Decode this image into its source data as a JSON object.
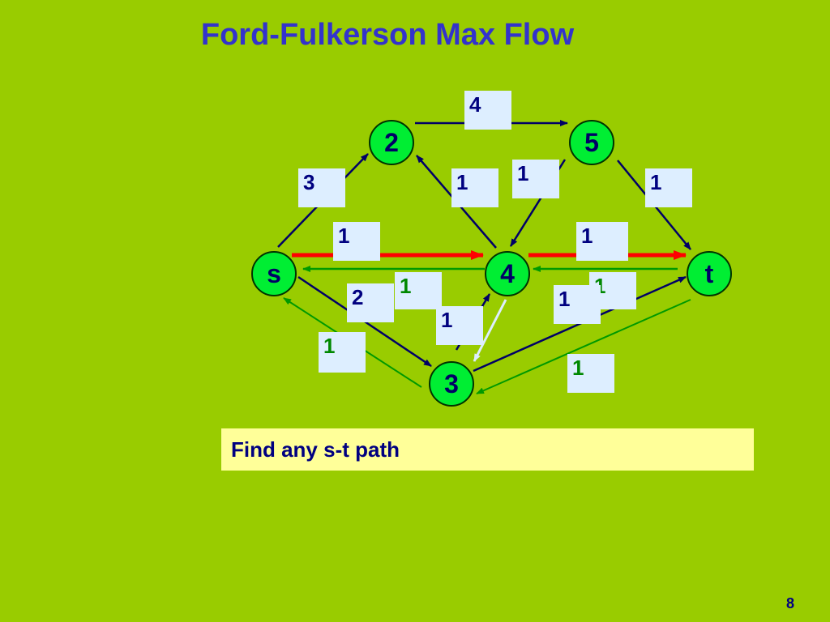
{
  "title": "Ford-Fulkerson Max Flow",
  "prompt": "Find any s-t path",
  "page_number": "8",
  "colors": {
    "background": "#99cc00",
    "title": "#3333cc",
    "node_fill": "#00ee33",
    "edge": "#000066",
    "residual_edge": "#009900",
    "augmenting_path": "#ff0000",
    "label_box": "#ddeeff",
    "prompt_box": "#ffff99"
  },
  "nodes": [
    {
      "id": "s",
      "label": "s"
    },
    {
      "id": "2",
      "label": "2"
    },
    {
      "id": "3",
      "label": "3"
    },
    {
      "id": "4",
      "label": "4"
    },
    {
      "id": "5",
      "label": "5"
    },
    {
      "id": "t",
      "label": "t"
    }
  ],
  "edges": [
    {
      "from": "s",
      "to": "2",
      "capacity": "3",
      "kind": "forward"
    },
    {
      "from": "2",
      "to": "5",
      "capacity": "4",
      "kind": "forward"
    },
    {
      "from": "4",
      "to": "2",
      "capacity": "1",
      "kind": "forward"
    },
    {
      "from": "5",
      "to": "4",
      "capacity": "1",
      "kind": "forward"
    },
    {
      "from": "5",
      "to": "t",
      "capacity": "1",
      "kind": "forward"
    },
    {
      "from": "s",
      "to": "4",
      "capacity": "1",
      "kind": "augmenting"
    },
    {
      "from": "4",
      "to": "t",
      "capacity": "1",
      "kind": "augmenting"
    },
    {
      "from": "4",
      "to": "s",
      "capacity": "1",
      "kind": "residual"
    },
    {
      "from": "t",
      "to": "4",
      "capacity": "1",
      "kind": "residual"
    },
    {
      "from": "s",
      "to": "3",
      "capacity": "2",
      "kind": "forward"
    },
    {
      "from": "3",
      "to": "4",
      "capacity": "1",
      "kind": "forward"
    },
    {
      "from": "4",
      "to": "3",
      "capacity": "",
      "kind": "zero"
    },
    {
      "from": "3",
      "to": "t",
      "capacity": "1",
      "kind": "forward"
    },
    {
      "from": "3",
      "to": "s",
      "capacity": "1",
      "kind": "residual"
    },
    {
      "from": "t",
      "to": "3",
      "capacity": "1",
      "kind": "residual"
    }
  ]
}
